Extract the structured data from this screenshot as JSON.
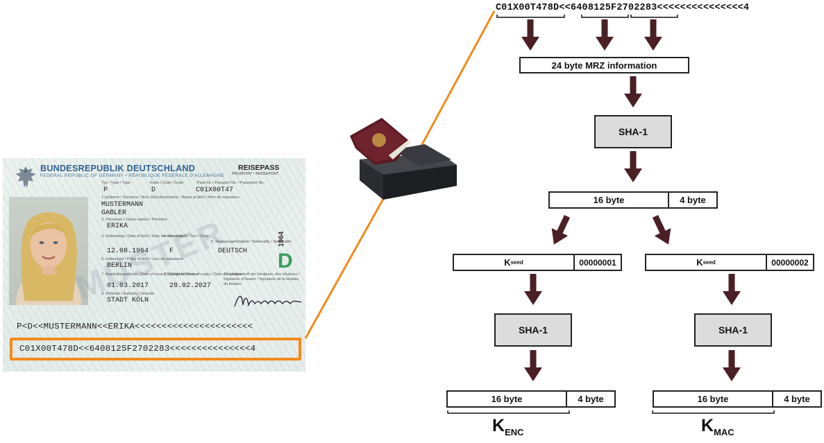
{
  "passport": {
    "country": "BUNDESREPUBLIK DEUTSCHLAND",
    "country_sub": "FEDERAL REPUBLIC OF GERMANY • RÉPUBLIQUE FÉDÉRALE D'ALLEMAGNE",
    "doc_type": "REISEPASS",
    "doc_type_sub": "PASSPORT • PASSEPORT",
    "labels": {
      "type": "Typ / Type / Type",
      "code": "Kode / Code / Code",
      "passport_no": "Pass-Nr. / Passport No. / Passeport No.",
      "name": "1.(a)Name / Surname / Nom  (b)Geburtsname • Name at birth / Nom de naissance",
      "given": "2.  Vornamen / Given names / Prénoms",
      "dob": "3.  Geburtstag / Date of birth / Date de naissance",
      "sex": "4.  Geschlecht / Sex / Sexe",
      "nationality": "5.  Staatsangehörigkeit / Nationality / Nationalité",
      "pob": "6.  Geburtsort / Place of birth / Lieu de naissance",
      "issue": "7.  Ausstellungsdatum / Date of issue / Date de délivrance",
      "expiry": "8.  Gültig bis / Date of expiry / Date d'expiration",
      "sign": "10. Unterschrift der Inhaberin, des Inhabers / Signature of bearer / Signature de la titulaire, du titulaire",
      "authority": "9.  Behörde / Authority / Autorité"
    },
    "type": "P",
    "code": "D",
    "passport_no": "C01X00T47",
    "surname": "MUSTERMANN",
    "birth_name": "GABLER",
    "given_names": "ERIKA",
    "dob": "12.08.1964",
    "sex": "F",
    "nationality": "DEUTSCH",
    "pob": "BERLIN",
    "issue_date": "01.03.2017",
    "expiry_date": "28.02.2027",
    "authority": "STADT KÖLN",
    "year_vertical": "1964",
    "d_mark": "D",
    "watermark": "MUSTER",
    "signature": "Mustermann",
    "mrz_line1": "P<D<<MUSTERMANN<<ERIKA<<<<<<<<<<<<<<<<<<<<<<",
    "mrz_line2": "C01X00T478D<<6408125F2702283<<<<<<<<<<<<<<<4"
  },
  "diagram": {
    "mrz": "C01X00T478D<<6408125F2702283<<<<<<<<<<<<<<<4",
    "mrz_info": "24 byte MRZ information",
    "sha_top": "SHA-1",
    "hash_16": "16 byte",
    "hash_4": "4 byte",
    "kseed_k": "K",
    "kseed_sub": "seed",
    "counter_enc": "00000001",
    "counter_mac": "00000002",
    "sha_left": "SHA-1",
    "sha_right": "SHA-1",
    "out_left_16": "16 byte",
    "out_left_4": "4 byte",
    "out_right_16": "16 byte",
    "out_right_4": "4 byte",
    "kenc_k": "K",
    "kenc_sub": "ENC",
    "kmac_k": "K",
    "kmac_sub": "MAC"
  },
  "colors": {
    "accent_orange": "#f28a1c",
    "arrow": "#4a1f26",
    "sha_fill": "#dcdcdc"
  }
}
